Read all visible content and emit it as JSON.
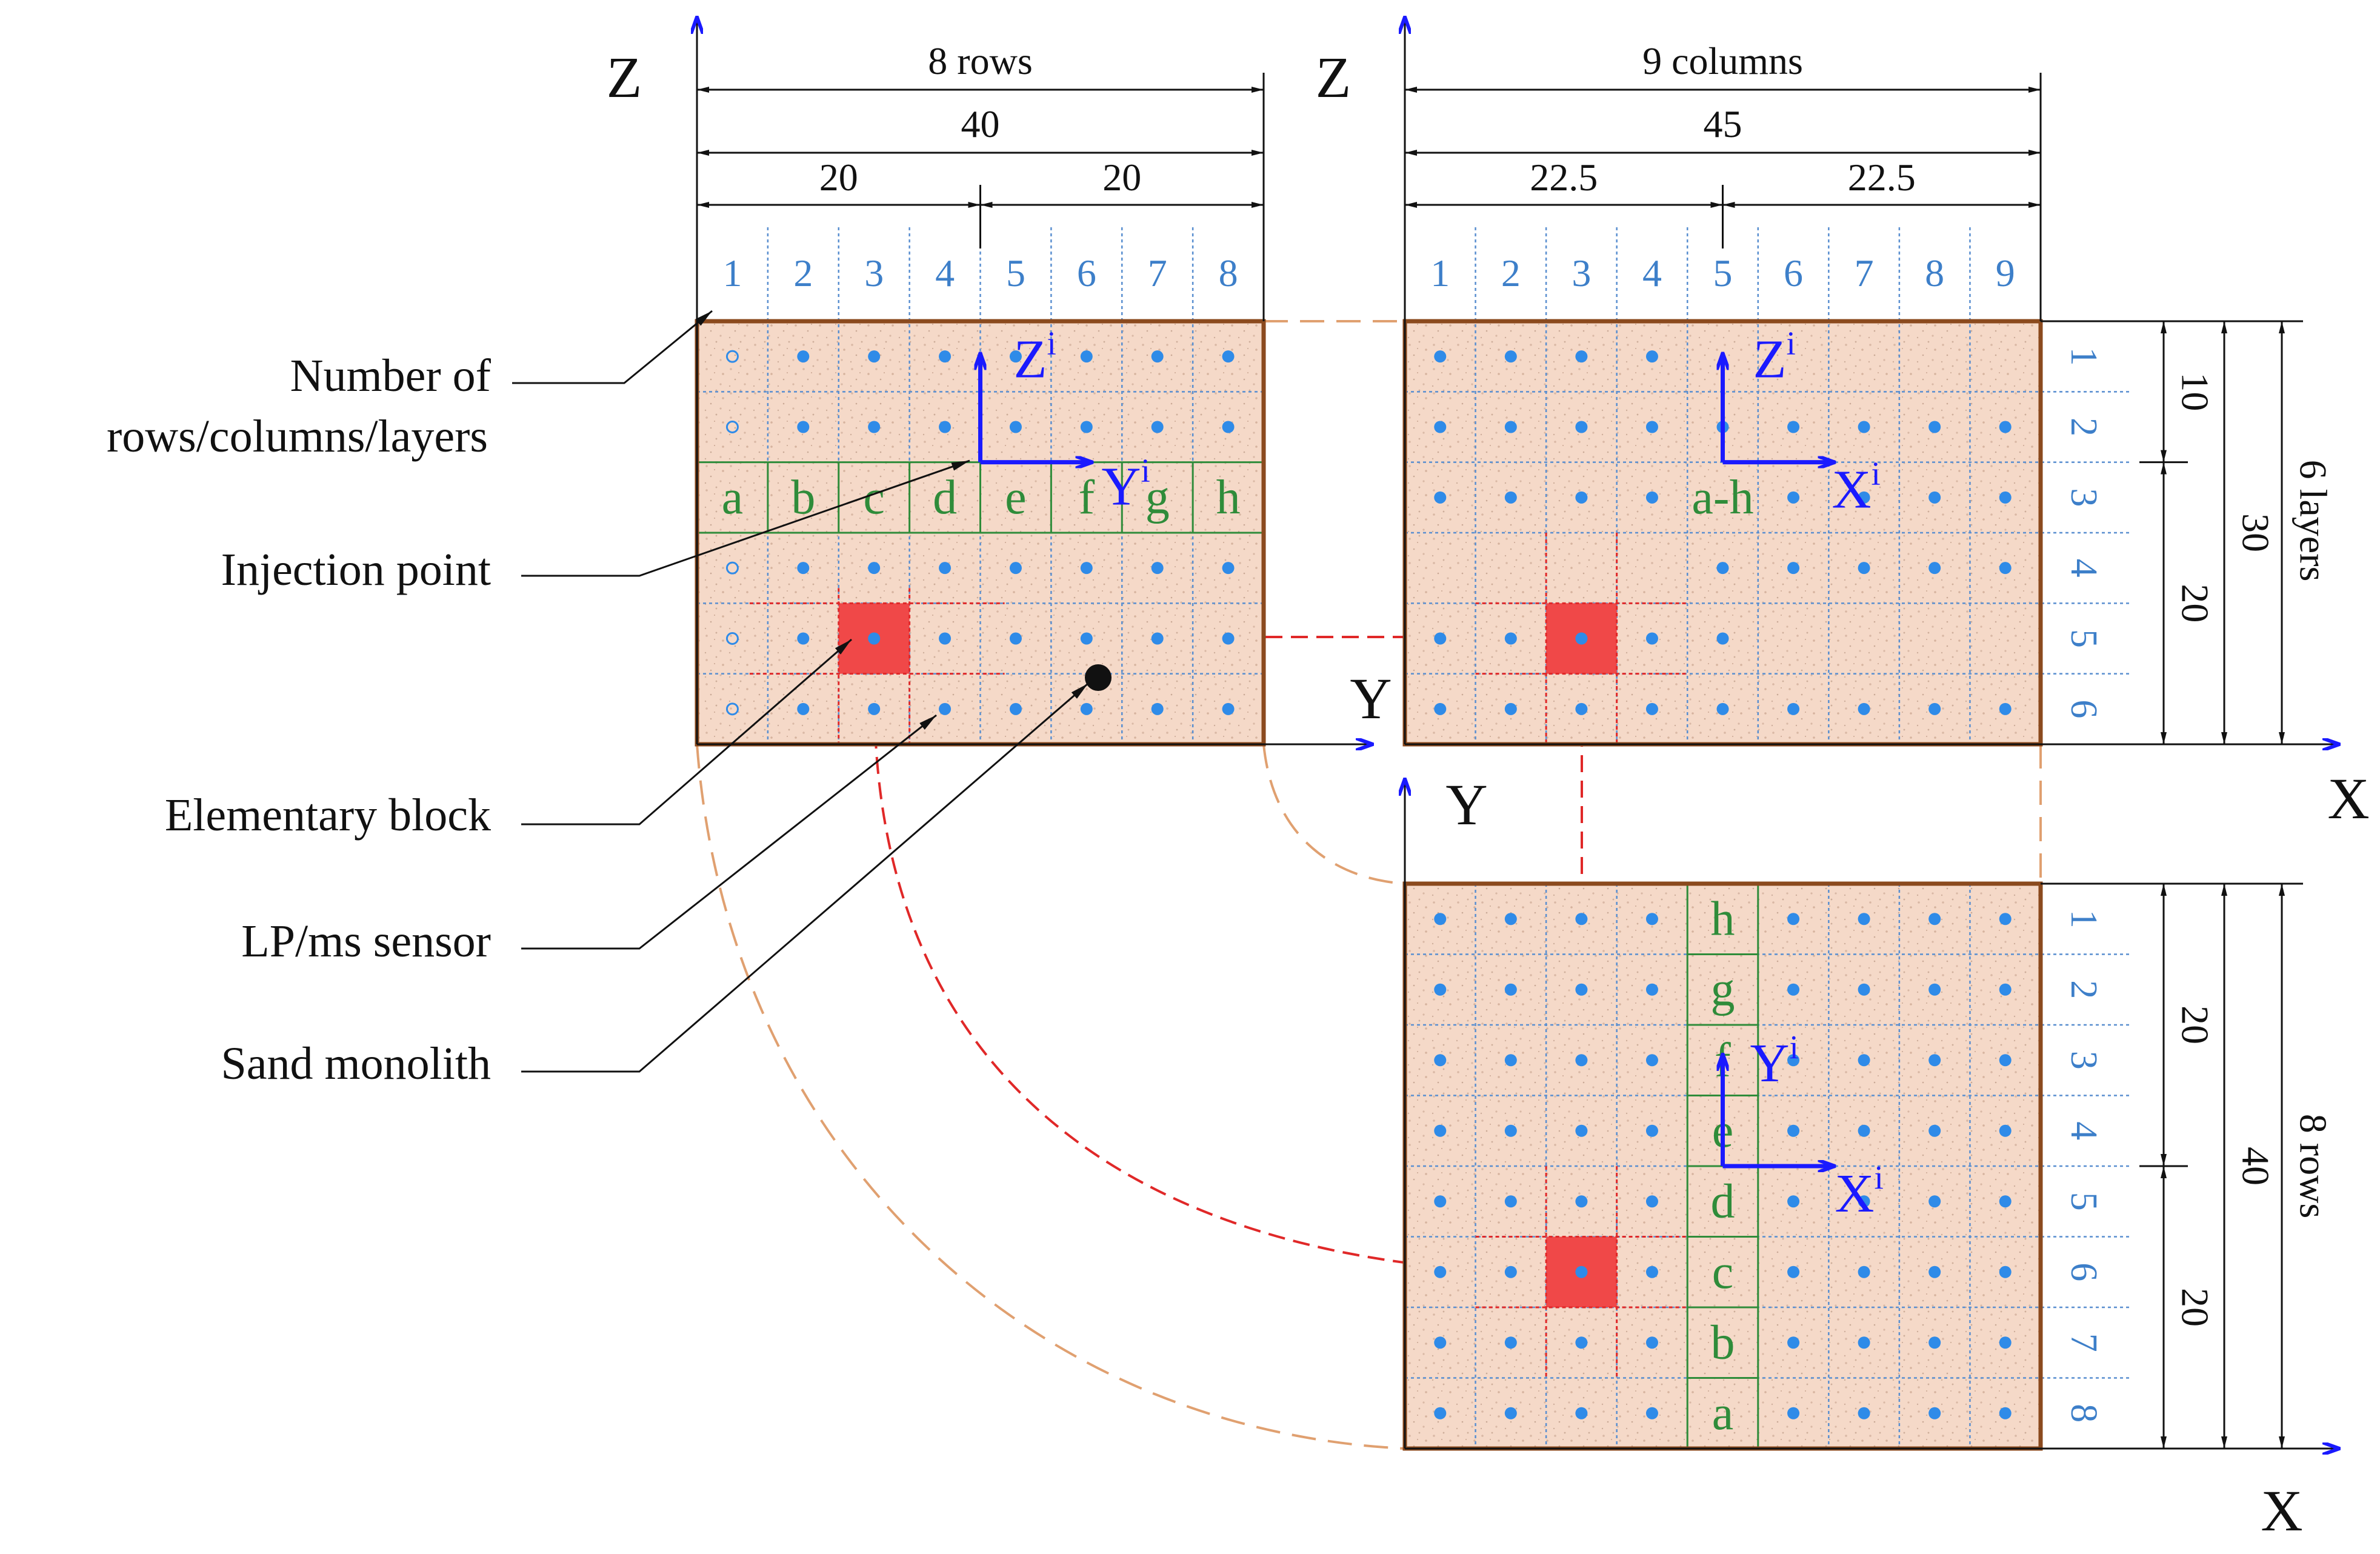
{
  "colors": {
    "monolith_fill": "#f5d9c8",
    "monolith_border": "#8b4a1e",
    "grid_line": "#5a8fd0",
    "sensor_dot": "#2f8be8",
    "label_blue": "#3d7fc9",
    "green_label": "#2f8c3a",
    "axis_local": "#1a1aff",
    "block_fill": "#f04848",
    "red_dash": "#e02828",
    "orange_dash": "#e0a070",
    "black": "#111111"
  },
  "icons": {
    "sensor": "filled-circle",
    "sensor_off": "hollow-circle",
    "injection": "filled-black-circle",
    "arrow": "arrowhead"
  },
  "labels": {
    "number_of_line1": "Number of",
    "number_of_line2": "rows/columns/layers",
    "injection_point": "Injection point",
    "elementary_block": "Elementary block",
    "lp_sensor": "LP/ms sensor",
    "sand_monolith": "Sand monolith"
  },
  "axes": {
    "z": "Z",
    "y": "Y",
    "x": "X",
    "local_base_z": "Z",
    "local_base_y": "Y",
    "local_base_x": "X",
    "local_sup": "i"
  },
  "dims": {
    "yz_total_label": "8 rows",
    "yz_total": "40",
    "yz_half_left": "20",
    "yz_half_right": "20",
    "xz_total_label": "9 columns",
    "xz_total": "45",
    "xz_half_left": "22.5",
    "xz_half_right": "22.5",
    "xz_right_small": "10",
    "xz_right_big": "20",
    "xz_right_total": "30",
    "xz_right_label": "6 layers",
    "xy_right_top": "20",
    "xy_right_bottom": "20",
    "xy_right_total": "40",
    "xy_right_label": "8 rows"
  },
  "yz_columns": [
    "1",
    "2",
    "3",
    "4",
    "5",
    "6",
    "7",
    "8"
  ],
  "xz_columns": [
    "1",
    "2",
    "3",
    "4",
    "5",
    "6",
    "7",
    "8",
    "9"
  ],
  "xz_layers": [
    "1",
    "2",
    "3",
    "4",
    "5",
    "6"
  ],
  "xy_rows": [
    "1",
    "2",
    "3",
    "4",
    "5",
    "6",
    "7",
    "8"
  ],
  "yz_letters": [
    "a",
    "b",
    "c",
    "d",
    "e",
    "f",
    "g",
    "h"
  ],
  "xz_letter": "a-h",
  "xy_letters": [
    "h",
    "g",
    "f",
    "e",
    "d",
    "c",
    "b",
    "a"
  ]
}
